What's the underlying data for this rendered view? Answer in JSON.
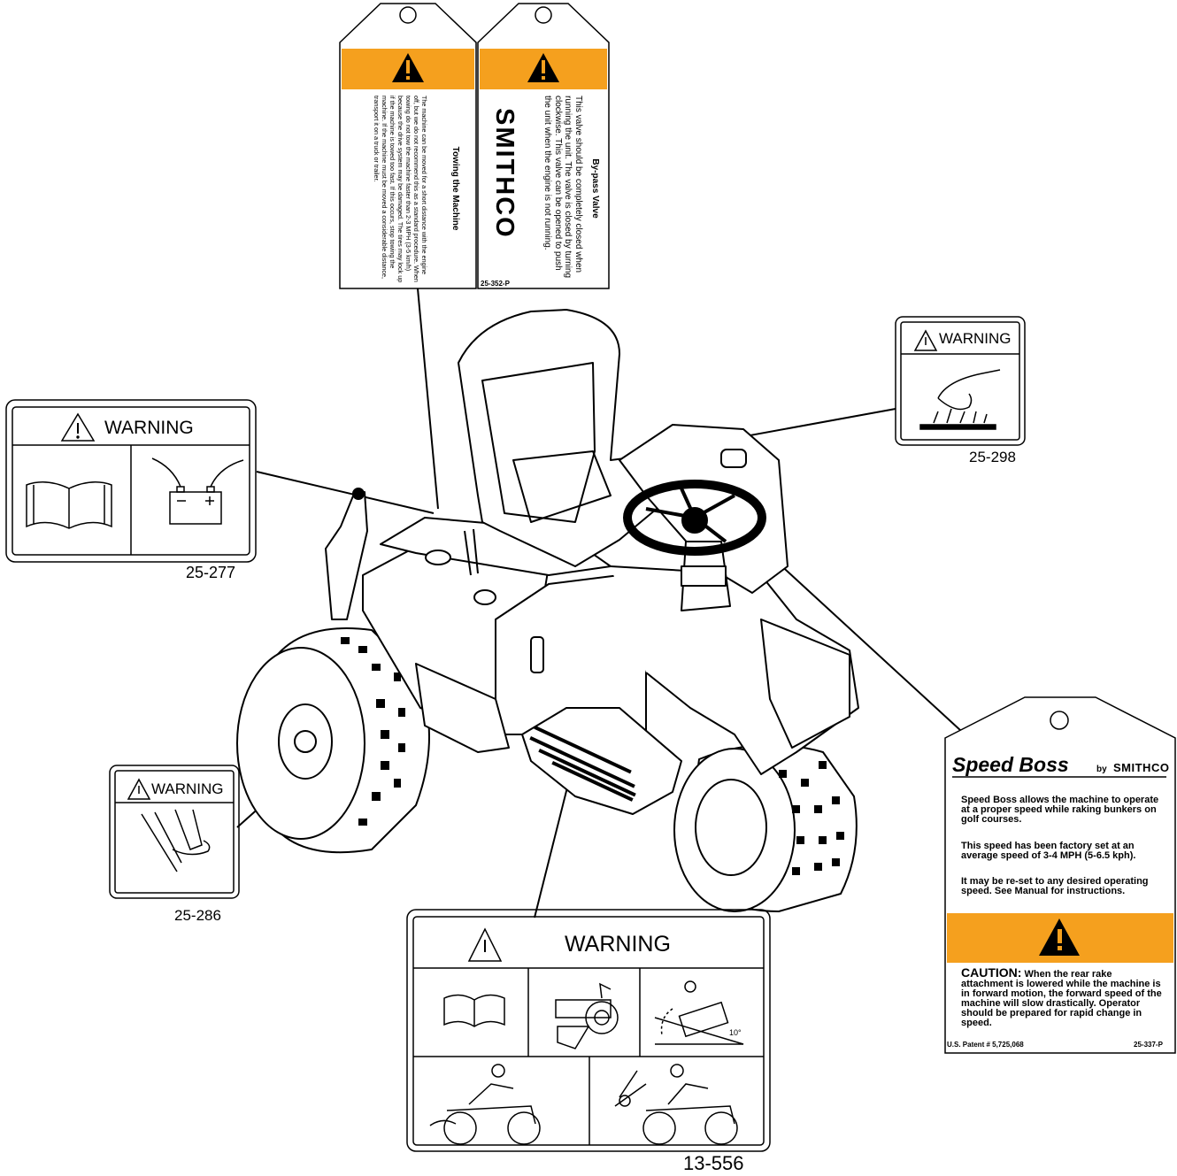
{
  "decals": {
    "d25_277": {
      "warning": "WARNING",
      "part_no": "25-277"
    },
    "d25_298": {
      "warning": "WARNING",
      "part_no": "25-298"
    },
    "d25_286": {
      "warning": "WARNING",
      "part_no": "25-286"
    },
    "d13_556": {
      "warning": "WARNING",
      "part_no": "13-556",
      "slope": "10°"
    },
    "towing_tag": {
      "title": "Towing the Machine",
      "body": "The machine can be moved for a short distance with the engine off, but we do not recommend this as a standard procedure. When towing do not tow the machine faster than 2-3 MPH (3-5 km/h) because the drive system may be damaged. The tires may lock up if the machine is towed too fast. If this occurs, stop towing the machine. If the machine must be moved a considerable distance, transport it on a truck or trailer."
    },
    "bypass_tag": {
      "title": "By-pass Valve",
      "body": "This valve should be completely closed when running the unit. The valve is closed by turning clockwise. This valve can be opened to push the unit when the engine is not running.",
      "brand": "SMITHCO",
      "part_no": "25-352-P"
    },
    "speed_boss": {
      "title": "Speed Boss",
      "by": "by",
      "brand": "SMITHCO",
      "p1": "Speed Boss allows the machine to operate at a proper speed while raking bunkers on golf courses.",
      "p2": "This speed has been factory set at an average speed of 3-4 MPH (5-6.5 kph).",
      "p3": "It may be re-set to any desired operating speed. See Manual for instructions.",
      "caution_label": "CAUTION:",
      "caution_text": "When the rear rake attachment is lowered while the machine is in forward motion, the forward speed of the machine will slow drastically. Operator should be prepared for rapid change in speed.",
      "patent": "U.S. Patent # 5,725,068",
      "part_no": "25-337-P"
    }
  },
  "colors": {
    "orange": "#F5A01E",
    "ink": "#000000"
  }
}
